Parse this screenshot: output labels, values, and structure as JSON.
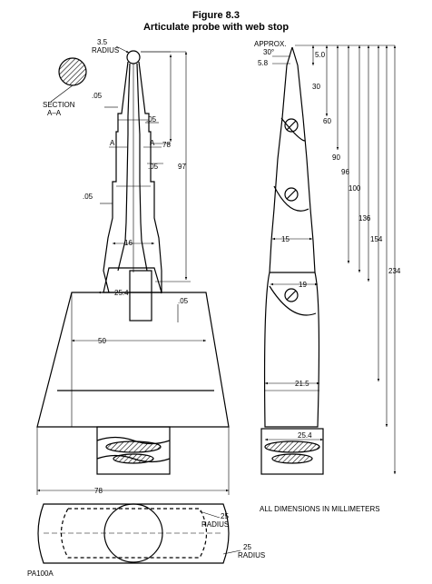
{
  "figure": {
    "number": "Figure 8.3",
    "title": "Articulate probe with web stop"
  },
  "front_view": {
    "tip_radius": "3.5",
    "tip_radius_word": "RADIUS",
    "section_word": "SECTION",
    "section_letters": "A–A",
    "section_mark": "A",
    "web_dim_1": ".05",
    "web_dim_2": ".05",
    "web_dim_3": ".05",
    "web_dim_4": ".05",
    "base_web_dim": ".05",
    "h_78": "78",
    "h_97": "97",
    "w_16": "16",
    "w_25_4": "25.4",
    "w_50": "50",
    "w_78": "78"
  },
  "side_view": {
    "approx_word": "APPROX.",
    "approx_angle": "30°",
    "h_5_0": "5.0",
    "w_5_8": "5.8",
    "h_30": "30",
    "h_60": "60",
    "h_90": "90",
    "h_96": "96",
    "h_100": "100",
    "h_136": "136",
    "h_154": "154",
    "h_234": "234",
    "w_15": "15",
    "w_19": "19",
    "w_21_5": "21.5",
    "w_25_4": "25.4"
  },
  "plan_view": {
    "r1": "25",
    "r1_word": "RADIUS",
    "r2": "25",
    "r2_word": "RADIUS"
  },
  "notes": {
    "all_dims": "ALL DIMENSIONS IN MILLIMETERS",
    "drawing_id": "PA100A"
  }
}
